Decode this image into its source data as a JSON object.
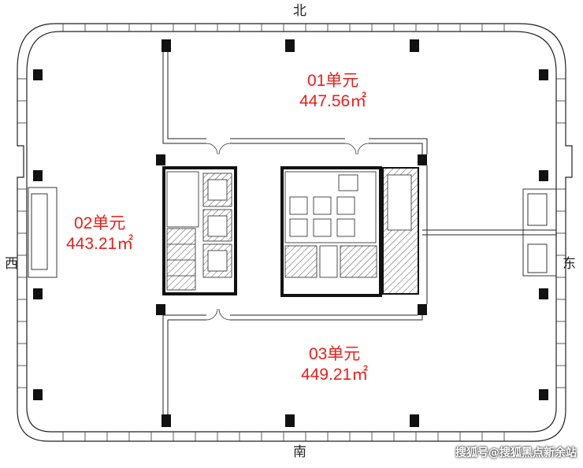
{
  "compass": {
    "north": "北",
    "south": "南",
    "west": "西",
    "east": "东"
  },
  "units": [
    {
      "name": "01单元",
      "area": "447.56㎡"
    },
    {
      "name": "02单元",
      "area": "443.21㎡"
    },
    {
      "name": "03单元",
      "area": "449.21㎡"
    }
  ],
  "watermark": "搜狐号@搜狐黑点新余站",
  "colors": {
    "unit_label": "#e8201a",
    "wall": "#222222",
    "hatch": "#555555"
  }
}
